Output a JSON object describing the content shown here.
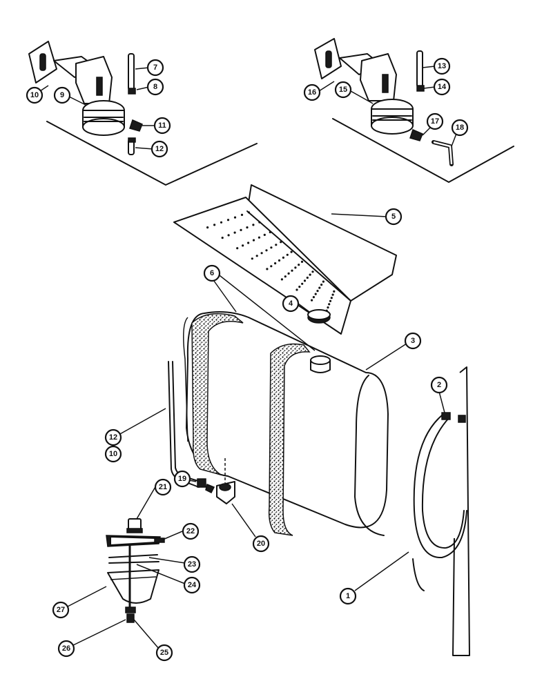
{
  "callouts": [
    {
      "id": "c10a",
      "label": "10"
    },
    {
      "id": "c7",
      "label": "7"
    },
    {
      "id": "c8",
      "label": "8"
    },
    {
      "id": "c9",
      "label": "9"
    },
    {
      "id": "c11",
      "label": "11"
    },
    {
      "id": "c12a",
      "label": "12"
    },
    {
      "id": "c16",
      "label": "16"
    },
    {
      "id": "c13",
      "label": "13"
    },
    {
      "id": "c14",
      "label": "14"
    },
    {
      "id": "c15",
      "label": "15"
    },
    {
      "id": "c17",
      "label": "17"
    },
    {
      "id": "c18",
      "label": "18"
    },
    {
      "id": "c5",
      "label": "5"
    },
    {
      "id": "c6",
      "label": "6"
    },
    {
      "id": "c4",
      "label": "4"
    },
    {
      "id": "c3",
      "label": "3"
    },
    {
      "id": "c2",
      "label": "2"
    },
    {
      "id": "c12b",
      "label": "12"
    },
    {
      "id": "c10b",
      "label": "10"
    },
    {
      "id": "c19",
      "label": "19"
    },
    {
      "id": "c20",
      "label": "20"
    },
    {
      "id": "c21",
      "label": "21"
    },
    {
      "id": "c22",
      "label": "22"
    },
    {
      "id": "c23",
      "label": "23"
    },
    {
      "id": "c24",
      "label": "24"
    },
    {
      "id": "c1",
      "label": "1"
    },
    {
      "id": "c27",
      "label": "27"
    },
    {
      "id": "c26",
      "label": "26"
    },
    {
      "id": "c25",
      "label": "25"
    }
  ]
}
